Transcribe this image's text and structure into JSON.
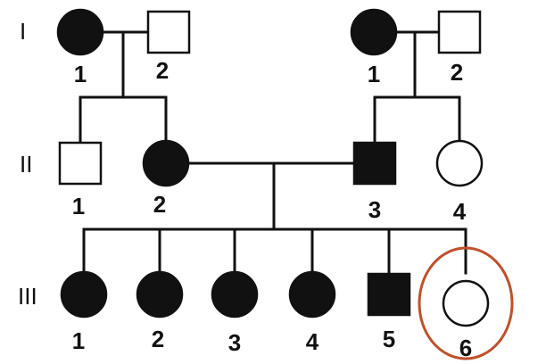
{
  "colors": {
    "line": "#111111",
    "affected": "#111111",
    "unaffected": "#ffffff",
    "highlight": "#c0502a"
  },
  "generations": [
    {
      "key": "I",
      "label": "I"
    },
    {
      "key": "II",
      "label": "II"
    },
    {
      "key": "III",
      "label": "III"
    }
  ],
  "individuals": [
    {
      "id": "I-1a",
      "sex": "female",
      "affected": true,
      "label": "1"
    },
    {
      "id": "I-2a",
      "sex": "male",
      "affected": false,
      "label": "2"
    },
    {
      "id": "I-1b",
      "sex": "female",
      "affected": true,
      "label": "1"
    },
    {
      "id": "I-2b",
      "sex": "male",
      "affected": false,
      "label": "2"
    },
    {
      "id": "II-1",
      "sex": "male",
      "affected": false,
      "label": "1"
    },
    {
      "id": "II-2",
      "sex": "female",
      "affected": true,
      "label": "2"
    },
    {
      "id": "II-3",
      "sex": "male",
      "affected": true,
      "label": "3"
    },
    {
      "id": "II-4",
      "sex": "female",
      "affected": false,
      "label": "4"
    },
    {
      "id": "III-1",
      "sex": "female",
      "affected": true,
      "label": "1"
    },
    {
      "id": "III-2",
      "sex": "female",
      "affected": true,
      "label": "2"
    },
    {
      "id": "III-3",
      "sex": "female",
      "affected": true,
      "label": "3"
    },
    {
      "id": "III-4",
      "sex": "female",
      "affected": true,
      "label": "4"
    },
    {
      "id": "III-5",
      "sex": "male",
      "affected": true,
      "label": "5"
    },
    {
      "id": "III-6",
      "sex": "female",
      "affected": false,
      "label": "6",
      "highlighted": true
    }
  ]
}
